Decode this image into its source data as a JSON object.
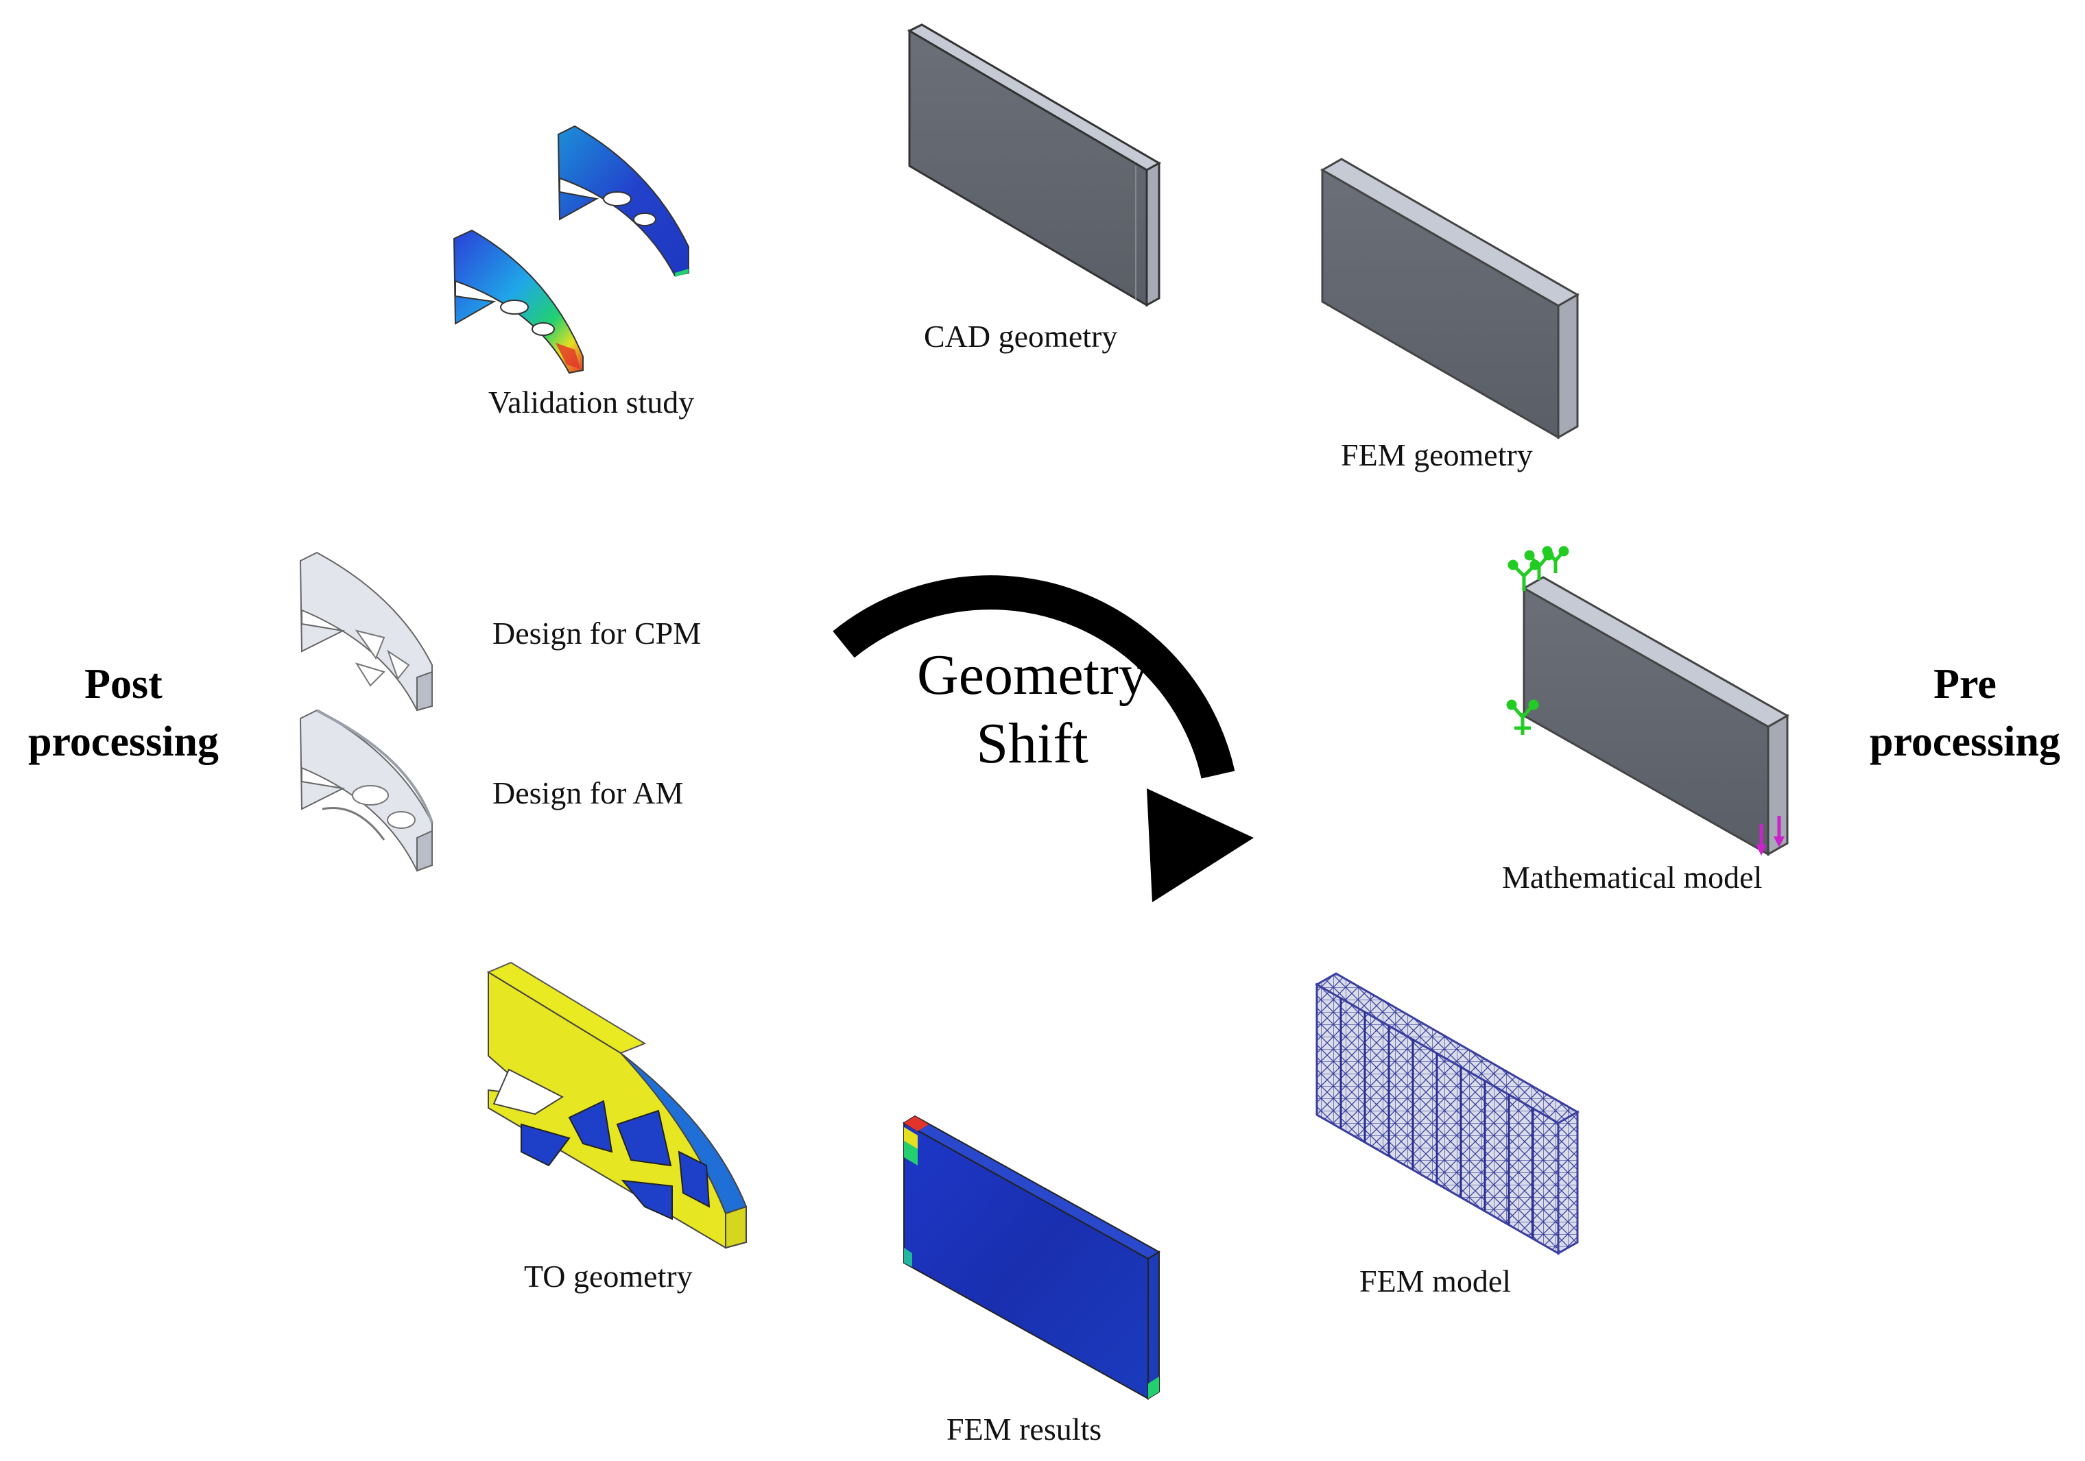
{
  "diagram": {
    "center_title": {
      "line1": "Geometry",
      "line2": "Shift"
    },
    "side_labels": {
      "post": {
        "line1": "Post",
        "line2": "processing"
      },
      "pre": {
        "line1": "Pre",
        "line2": "processing"
      }
    },
    "stages": {
      "cad_geometry": "CAD geometry",
      "fem_geometry": "FEM geometry",
      "mathematical_model": "Mathematical model",
      "fem_model": "FEM model",
      "fem_results": "FEM results",
      "to_geometry": "TO geometry",
      "design_am": "Design for AM",
      "design_cpm": "Design for CPM",
      "validation_study": "Validation study"
    },
    "colors": {
      "box_front": "#62666f",
      "box_top": "#c4c8d2",
      "box_side": "#a5aab5",
      "arrow": "#000000",
      "fixture": "#22cc22",
      "load": "#cc22cc",
      "stress_blue": "#1e3fc0",
      "stress_yellow": "#eaea22"
    }
  }
}
